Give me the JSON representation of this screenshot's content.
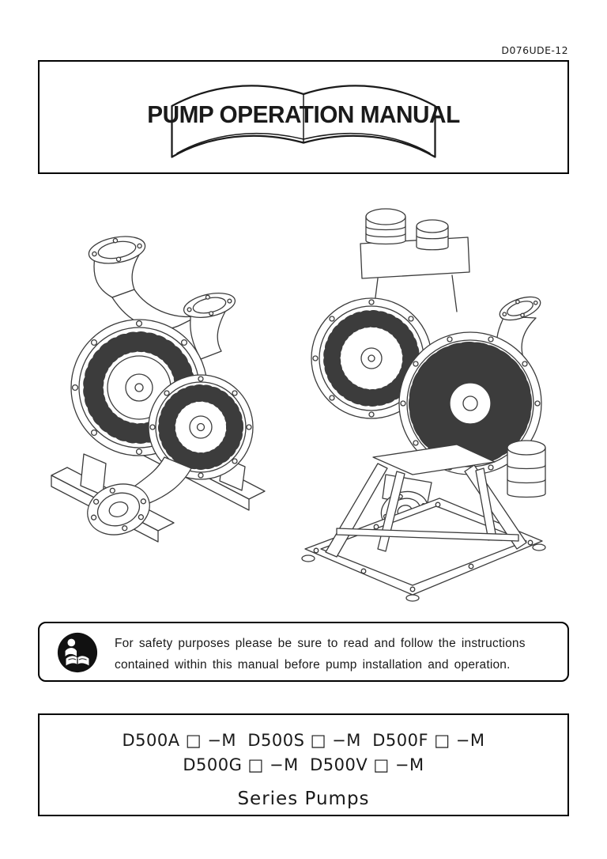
{
  "colors": {
    "border": "#000000",
    "ink": "#1a1a1a",
    "line_art": "#3c3c3c"
  },
  "header": {
    "doc_code": "D076UDE-12"
  },
  "title_box": {
    "title": "PUMP OPERATION MANUAL",
    "book_icon": "open-book-illustration"
  },
  "illustrations": {
    "left_pump_icon": "diaphragm-pump-flanged-illustration",
    "right_pump_icon": "diaphragm-pump-on-stand-illustration"
  },
  "safety_box": {
    "icon": "read-instruction-manual-icon",
    "line1": "For safety purposes please be sure to read and follow the instructions",
    "line2": "contained within this manual before pump installation and operation."
  },
  "models_box": {
    "line1": "D500A □ −M  D500S □ −M  D500F □ −M",
    "line2": "D500G □ −M  D500V □ −M",
    "series_label": "Series Pumps"
  }
}
